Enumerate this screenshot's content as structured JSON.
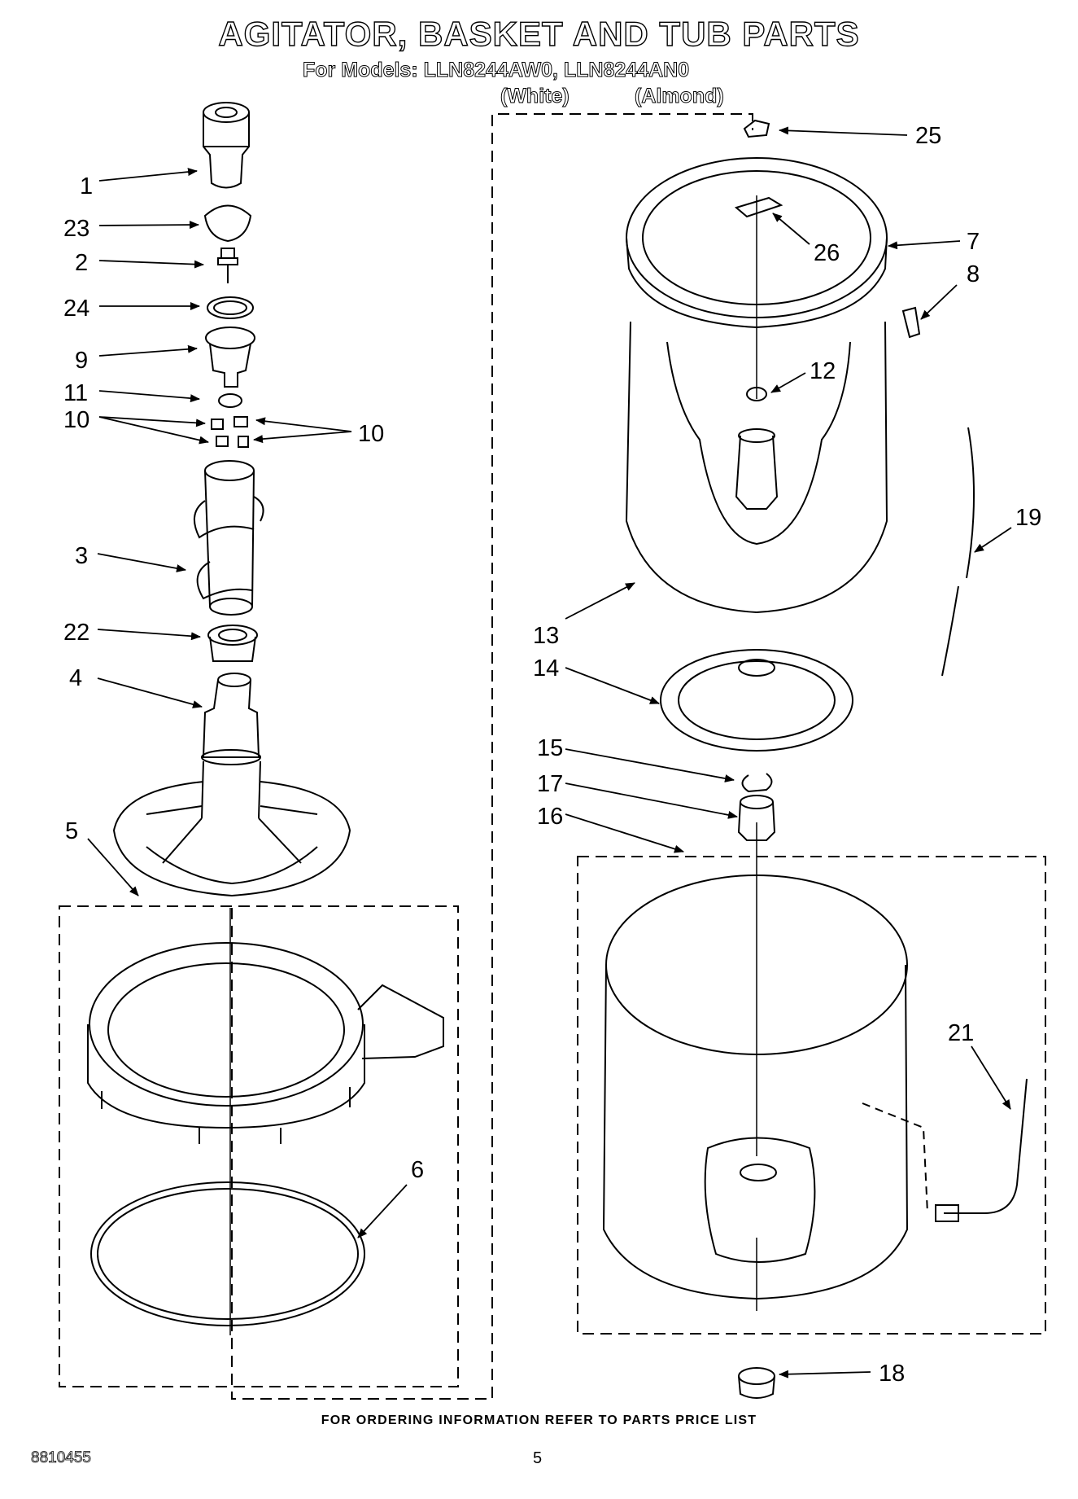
{
  "header": {
    "title": "AGITATOR, BASKET AND TUB PARTS",
    "models_line": "For Models: LLN8244AW0, LLN8244AN0",
    "color_white": "(White)",
    "color_almond": "(Almond)"
  },
  "callouts": {
    "c1": "1",
    "c2": "2",
    "c3": "3",
    "c4": "4",
    "c5": "5",
    "c6": "6",
    "c7": "7",
    "c8": "8",
    "c9": "9",
    "c10a": "10",
    "c10b": "10",
    "c11": "11",
    "c12": "12",
    "c13": "13",
    "c14": "14",
    "c15": "15",
    "c16": "16",
    "c17": "17",
    "c18": "18",
    "c19": "19",
    "c21": "21",
    "c22": "22",
    "c23": "23",
    "c24": "24",
    "c25": "25",
    "c26": "26"
  },
  "footer": {
    "ordering_note": "FOR ORDERING INFORMATION REFER TO PARTS PRICE LIST",
    "doc_number": "8810455",
    "page_number": "5"
  }
}
